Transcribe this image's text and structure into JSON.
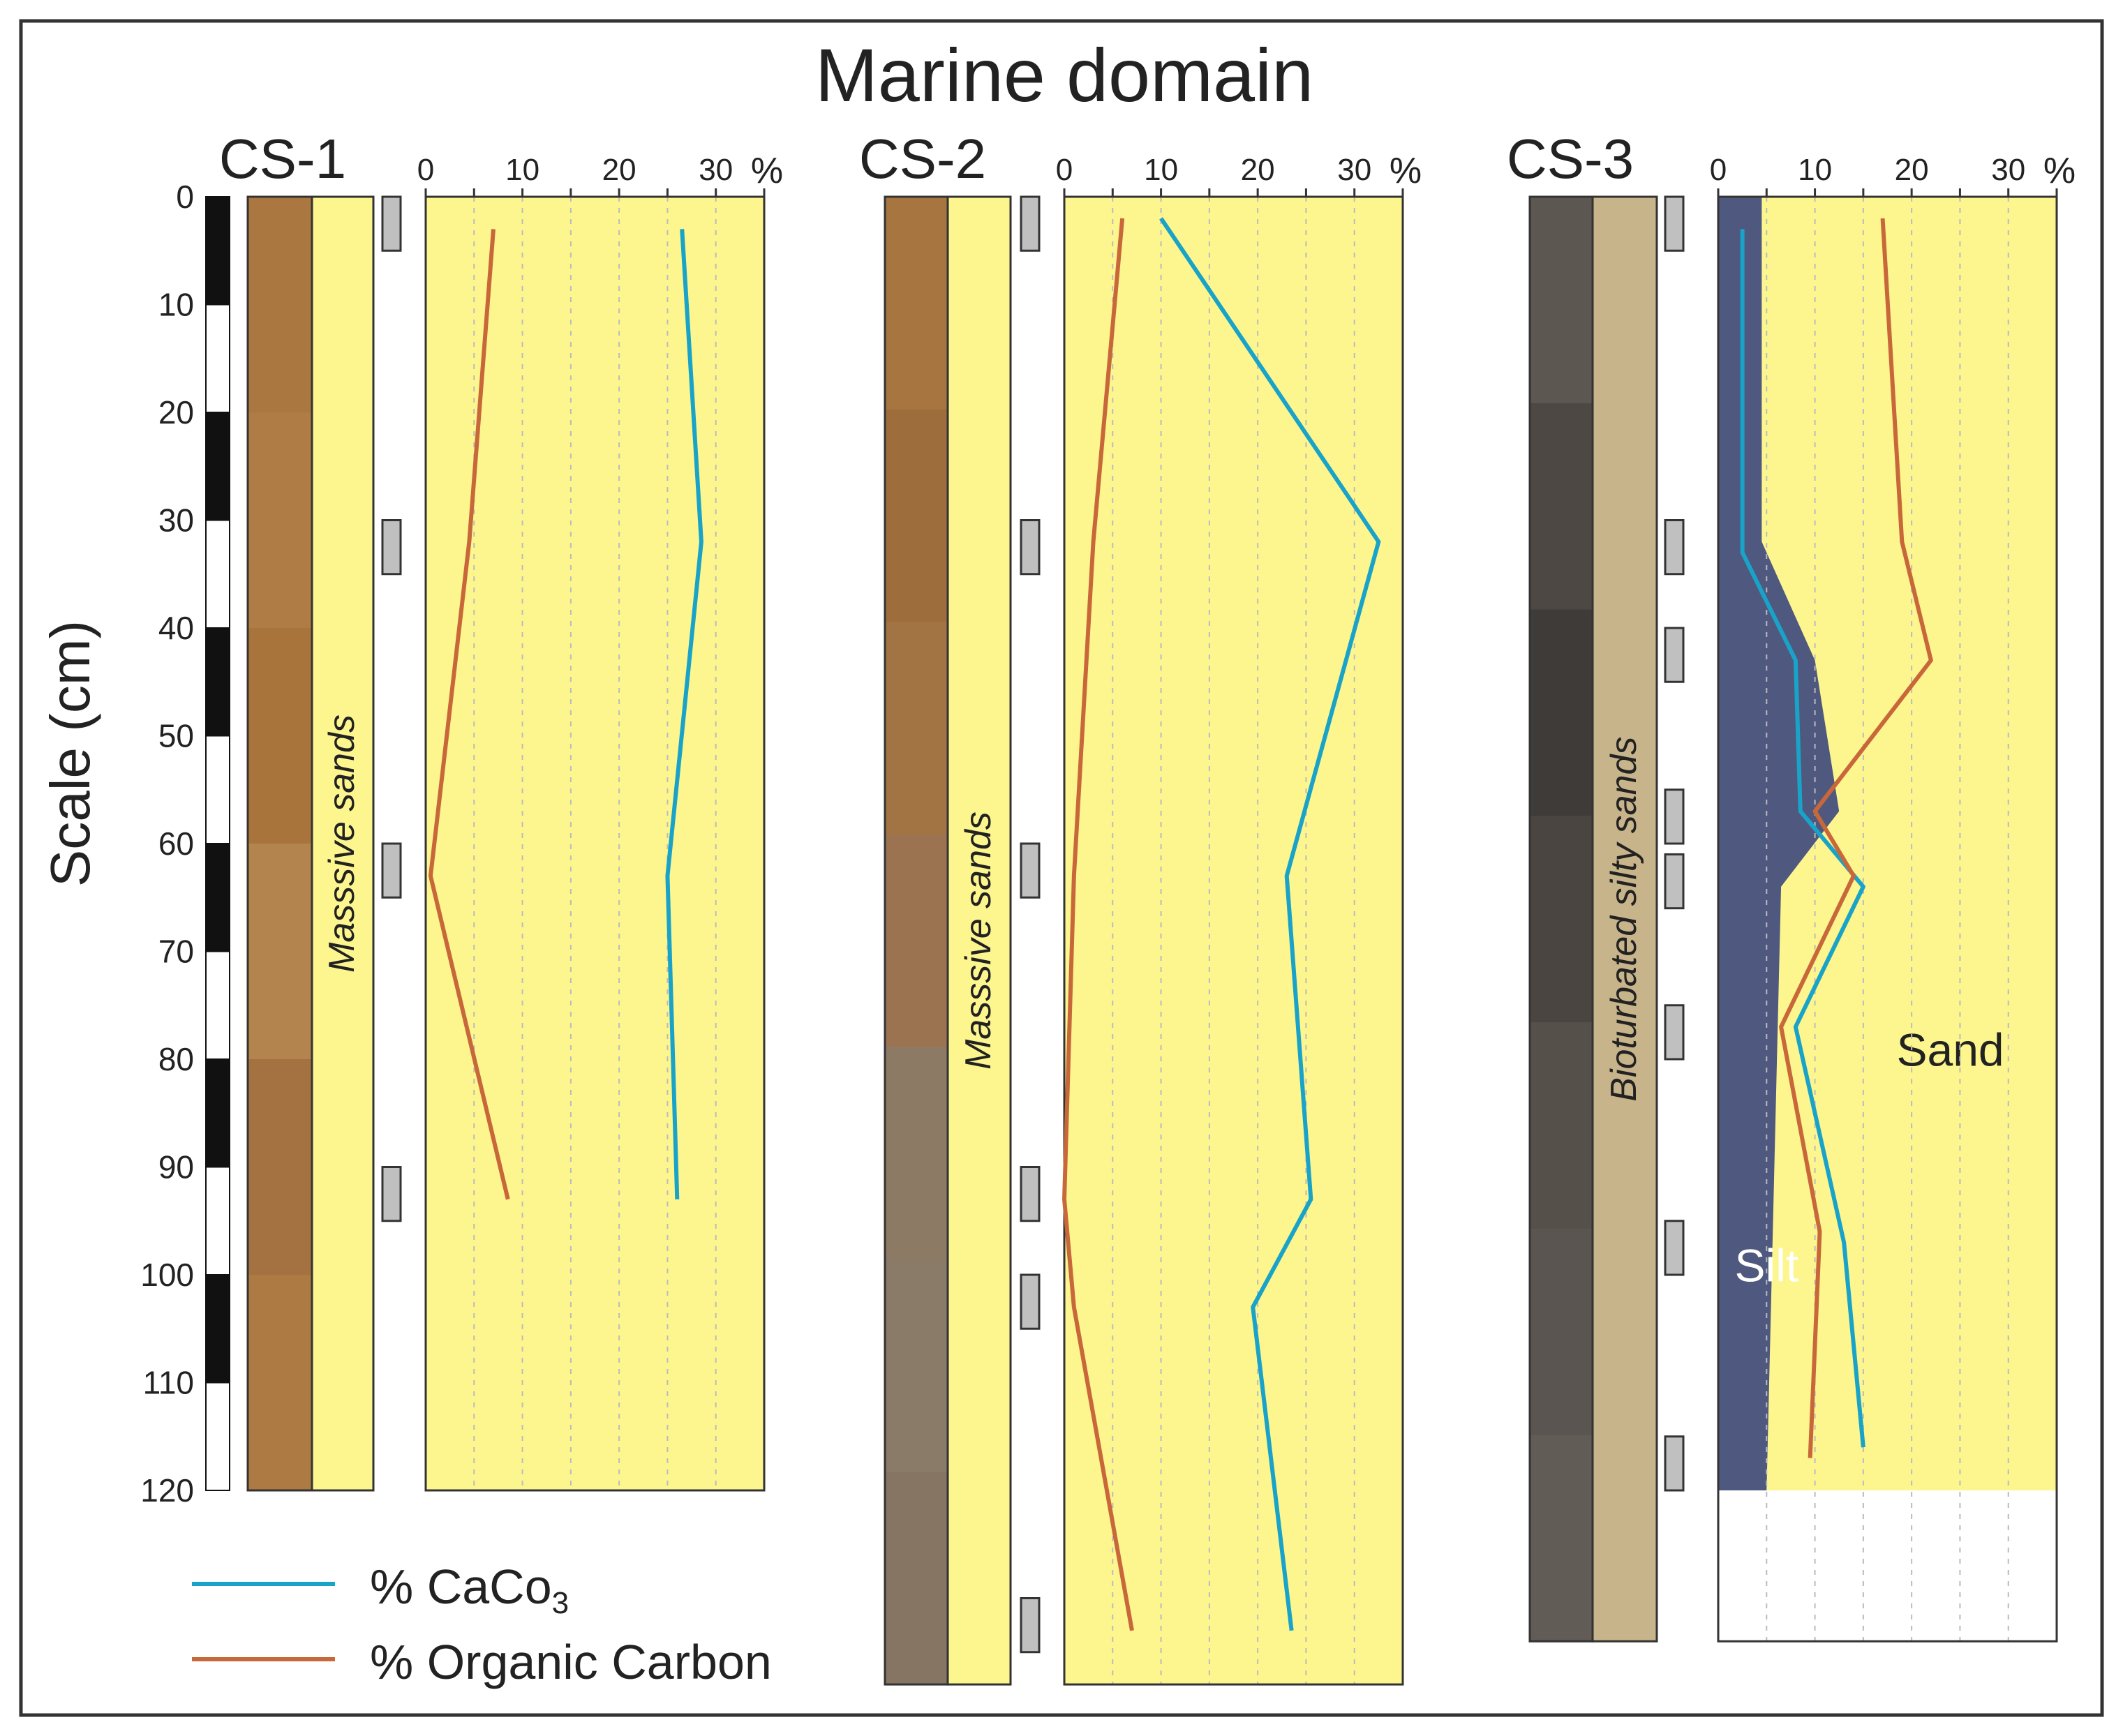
{
  "title": "Marine domain",
  "scale": {
    "label": "Scale (cm)",
    "ticks": [
      "0",
      "10",
      "20",
      "30",
      "40",
      "50",
      "60",
      "70",
      "80",
      "90",
      "100",
      "110",
      "120"
    ]
  },
  "legend": [
    {
      "label": "% CaCo",
      "subscript": "3",
      "color": "#1aa3c8"
    },
    {
      "label": "% Organic Carbon",
      "color": "#c8683a"
    }
  ],
  "colors": {
    "sand_fill": "#fdf68f",
    "caco3": "#1aa3c8",
    "organic_carbon": "#c8683a",
    "silt": "#4f587e",
    "cs3_facies": "#c8b48a",
    "sample_marker": "#c0c0c0"
  },
  "axis_ticks": [
    "0",
    "10",
    "20",
    "30"
  ],
  "axis_unit": "%",
  "chart_data": [
    {
      "type": "line",
      "name": "CS-1",
      "facies": "Masssive sands",
      "core_depth_cm": 120,
      "xlim": [
        0,
        35
      ],
      "sample_depths": [
        [
          0,
          5
        ],
        [
          30,
          35
        ],
        [
          60,
          65
        ],
        [
          90,
          95
        ]
      ],
      "series": [
        {
          "name": "% CaCo3",
          "points": [
            [
              26.5,
              3
            ],
            [
              28.5,
              32
            ],
            [
              25,
              63
            ],
            [
              26,
              93
            ]
          ]
        },
        {
          "name": "% Organic Carbon",
          "points": [
            [
              7,
              3
            ],
            [
              4.5,
              32
            ],
            [
              0.5,
              63
            ],
            [
              8.5,
              93
            ]
          ]
        }
      ]
    },
    {
      "type": "line",
      "name": "CS-2",
      "facies": "Masssive sands",
      "core_depth_cm": 138,
      "xlim": [
        0,
        35
      ],
      "sample_depths": [
        [
          0,
          5
        ],
        [
          30,
          35
        ],
        [
          60,
          65
        ],
        [
          90,
          95
        ],
        [
          100,
          105
        ],
        [
          130,
          135
        ]
      ],
      "series": [
        {
          "name": "% CaCo3",
          "points": [
            [
              10,
              2
            ],
            [
              32.5,
              32
            ],
            [
              23,
              63
            ],
            [
              25.5,
              93
            ],
            [
              19.5,
              103
            ],
            [
              23.5,
              133
            ]
          ]
        },
        {
          "name": "% Organic Carbon",
          "points": [
            [
              6,
              2
            ],
            [
              3,
              32
            ],
            [
              1,
              63
            ],
            [
              0,
              93
            ],
            [
              1,
              103
            ],
            [
              7,
              133
            ]
          ]
        }
      ]
    },
    {
      "type": "area",
      "name": "CS-3",
      "facies": "Bioturbated silty sands",
      "core_depth_cm": 134,
      "xlim": [
        0,
        35
      ],
      "sample_depths": [
        [
          0,
          5
        ],
        [
          30,
          35
        ],
        [
          40,
          45
        ],
        [
          55,
          60
        ],
        [
          61,
          66
        ],
        [
          75,
          80
        ],
        [
          95,
          100
        ],
        [
          115,
          120
        ]
      ],
      "areas": [
        {
          "label": "Silt",
          "points": [
            [
              4.5,
              0
            ],
            [
              4.5,
              32
            ],
            [
              10,
              43
            ],
            [
              12.5,
              57
            ],
            [
              6.5,
              64
            ],
            [
              5,
              120
            ]
          ]
        },
        {
          "label": "Sand"
        }
      ],
      "series": [
        {
          "name": "% CaCo3",
          "points": [
            [
              2.5,
              3
            ],
            [
              2.5,
              33
            ],
            [
              8,
              43
            ],
            [
              8.5,
              57
            ],
            [
              15,
              64
            ],
            [
              8,
              77
            ],
            [
              13,
              97
            ],
            [
              15,
              116
            ]
          ]
        },
        {
          "name": "% Organic Carbon",
          "points": [
            [
              17,
              2
            ],
            [
              19,
              32
            ],
            [
              22,
              43
            ],
            [
              10,
              57
            ],
            [
              14,
              63
            ],
            [
              6.5,
              77
            ],
            [
              10.5,
              96
            ],
            [
              9.5,
              117
            ]
          ]
        }
      ]
    }
  ]
}
